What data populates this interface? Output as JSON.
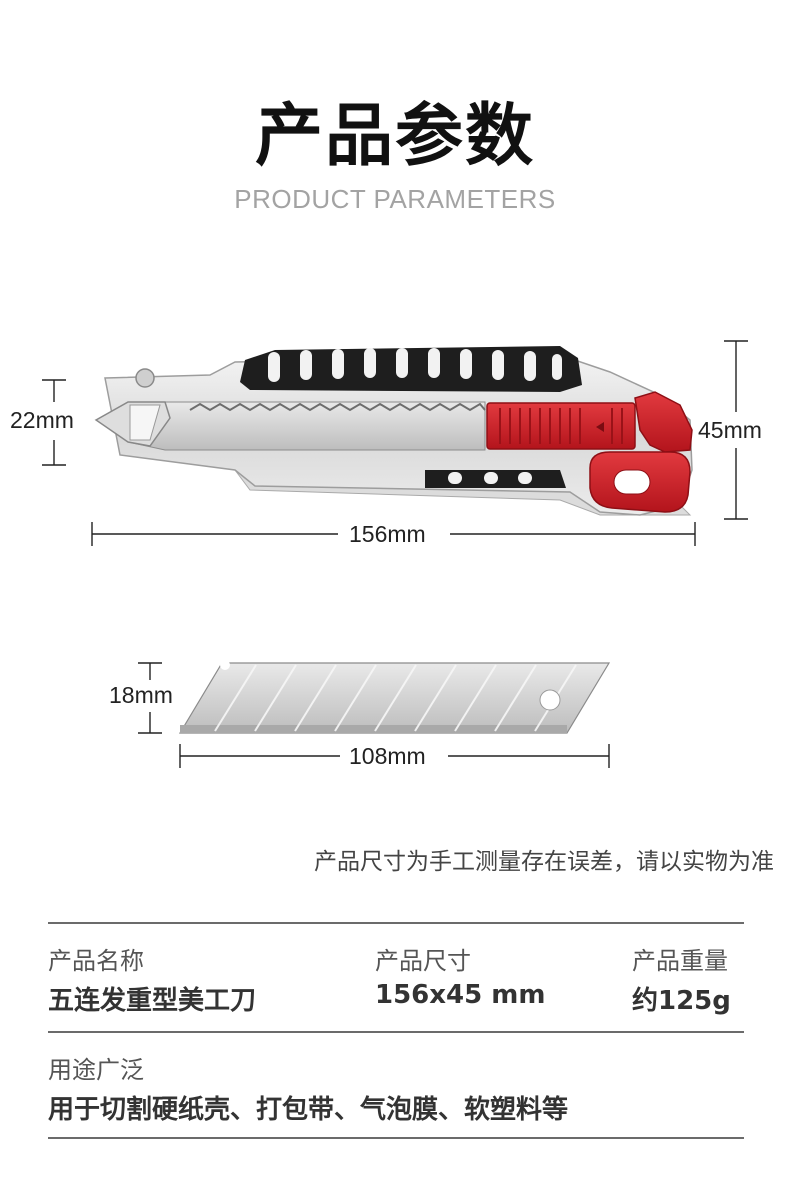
{
  "header": {
    "title": "产品参数",
    "subtitle": "PRODUCT PARAMETERS"
  },
  "knife": {
    "width_label": "156mm",
    "height_label": "45mm",
    "blade_exposed_label": "22mm",
    "colors": {
      "accent": "#d0202a",
      "grip": "#1e1e1e",
      "body": "#e8e8e8"
    }
  },
  "blade": {
    "length_label": "108mm",
    "height_label": "18mm"
  },
  "note": "产品尺寸为手工测量存在误差，请以实物为准",
  "specs": {
    "name": {
      "label": "产品名称",
      "value": "五连发重型美工刀"
    },
    "size": {
      "label": "产品尺寸",
      "value": "156x45 mm"
    },
    "weight": {
      "label": "产品重量",
      "value": "约125g"
    },
    "usage": {
      "label": "用途广泛",
      "value": "用于切割硬纸壳、打包带、气泡膜、软塑料等"
    }
  }
}
